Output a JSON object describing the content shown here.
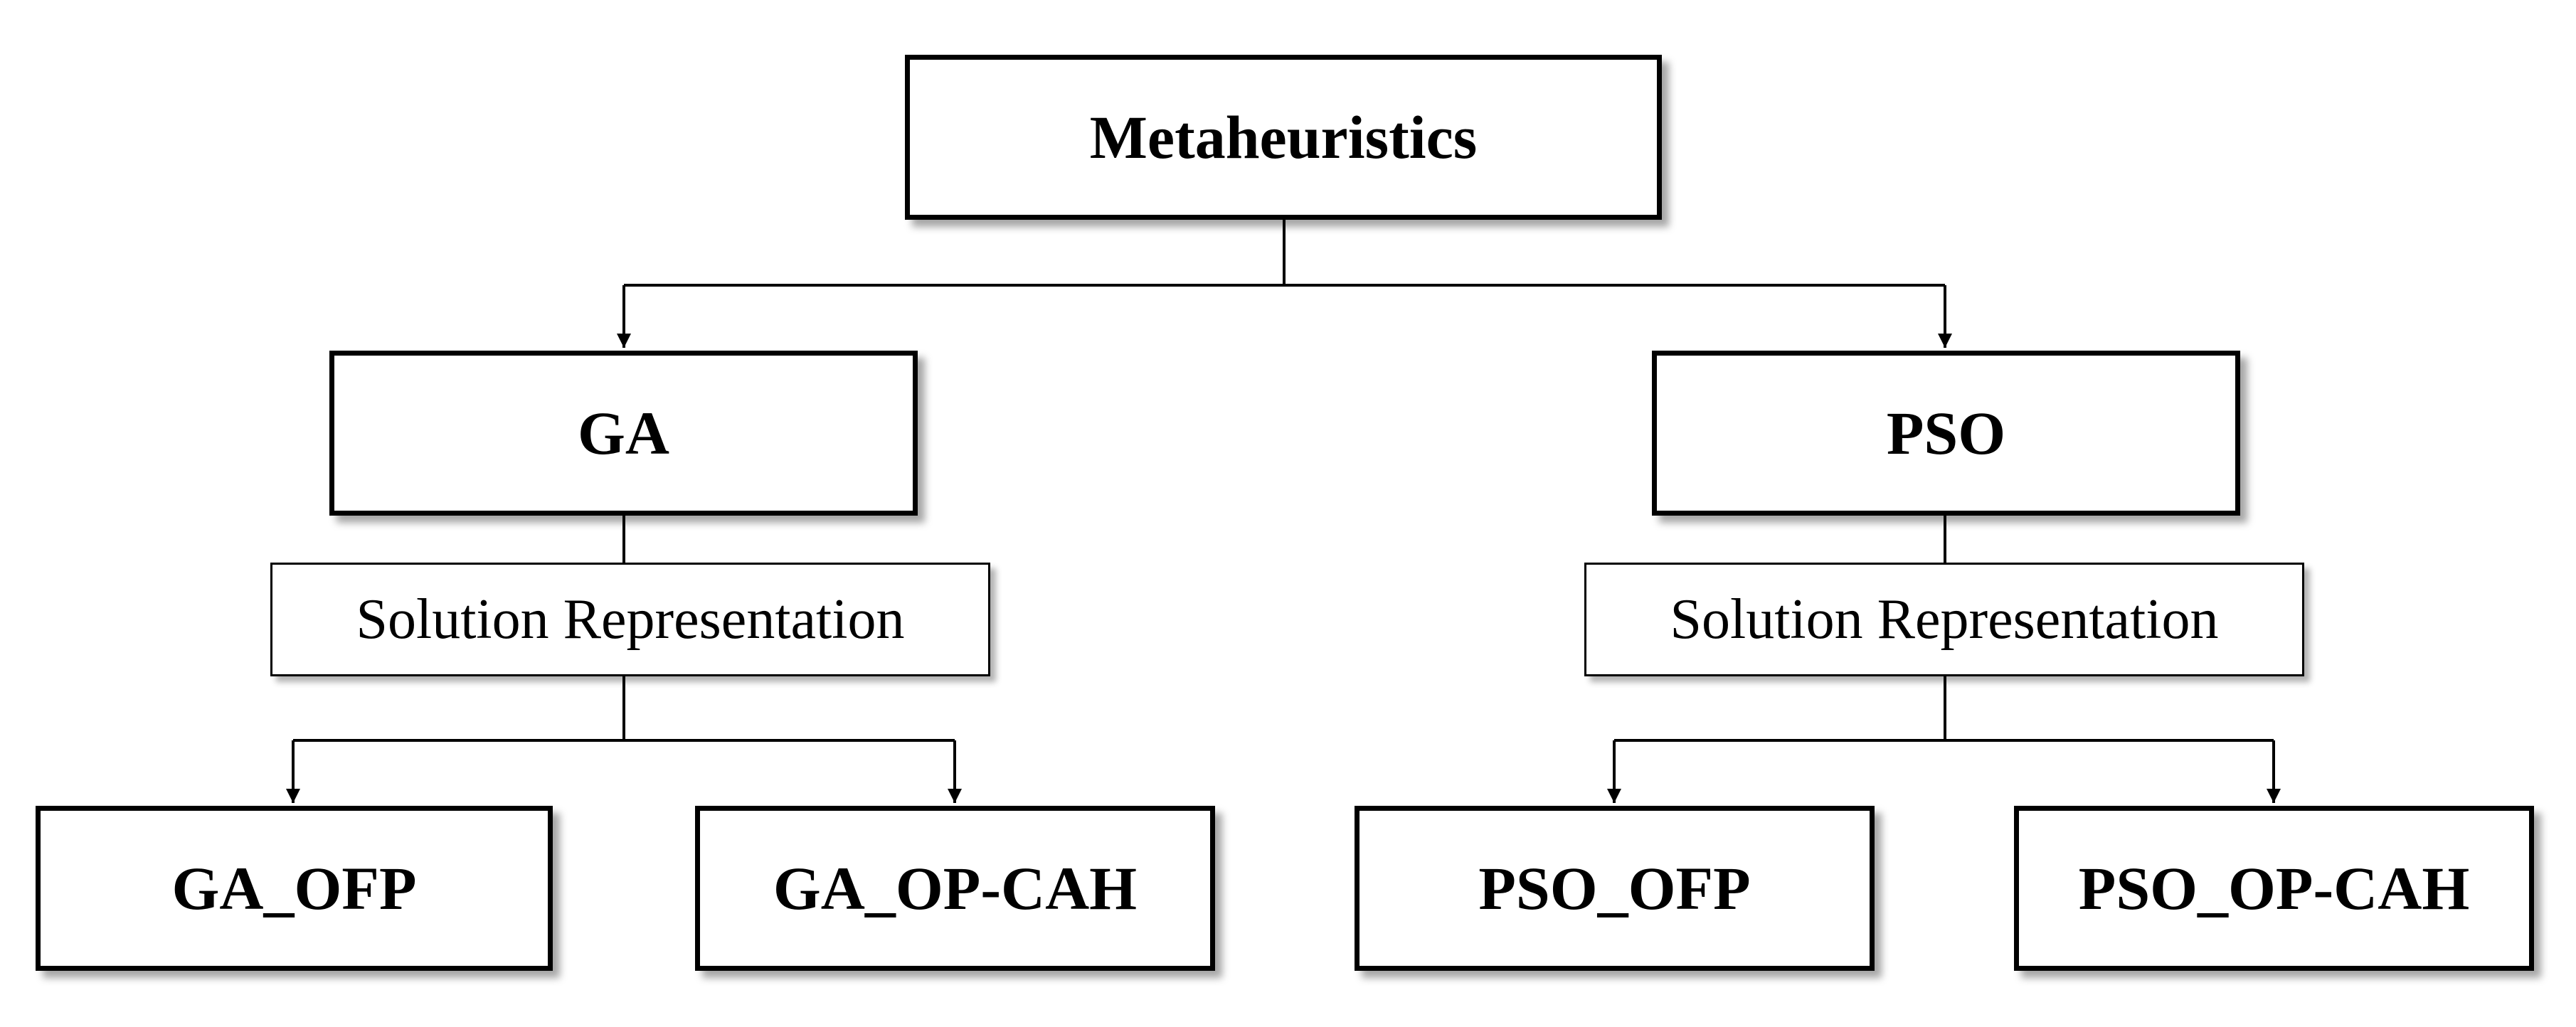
{
  "diagram": {
    "root": {
      "label": "Metaheuristics"
    },
    "ga": {
      "label": "GA",
      "representation": "Solution Representation",
      "children": [
        "GA_OFP",
        "GA_OP-CAH"
      ]
    },
    "pso": {
      "label": "PSO",
      "representation": "Solution Representation",
      "children": [
        "PSO_OFP",
        "PSO_OP-CAH"
      ]
    }
  },
  "colors": {
    "line": "#000000",
    "box_fill": "#ffffff",
    "text": "#000000"
  }
}
